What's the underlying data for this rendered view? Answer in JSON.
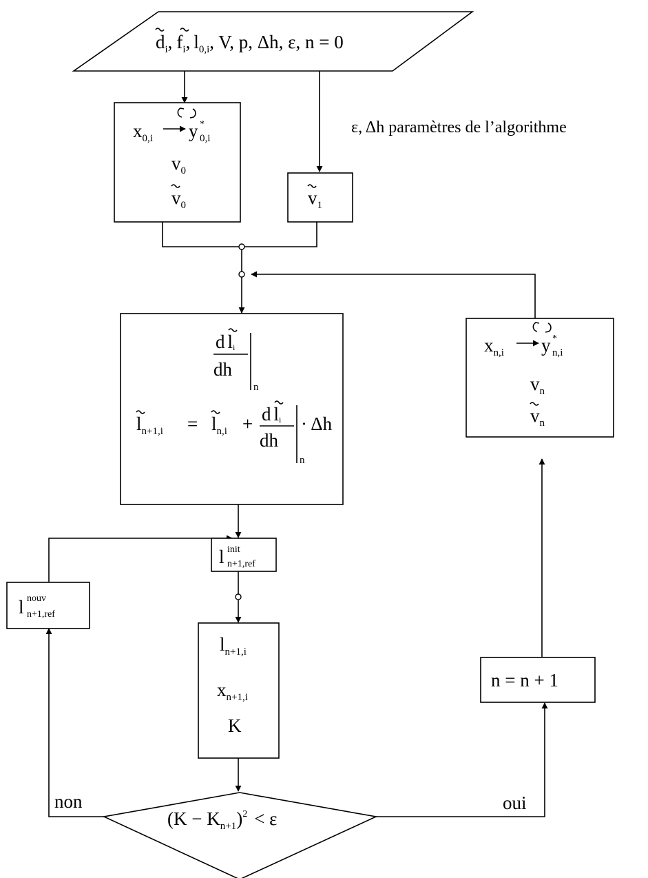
{
  "inputs": {
    "d": "d",
    "d_sub": "i",
    "f": "f",
    "f_sub": "i",
    "l": "l",
    "l_sub": "0,i",
    "rest": ", V, p, Δh, ε, n = 0",
    "sep": ","
  },
  "note": "ε, Δh   paramètres de l’algorithme",
  "box_init": {
    "x": "x",
    "x_sub": "0,i",
    "y": "y",
    "y_sup": "*",
    "y_sub": "0,i",
    "v": "v",
    "v_sub": "0",
    "vt": "v",
    "vt_sub": "0"
  },
  "box_v1": {
    "v": "v",
    "v_sub": "1"
  },
  "box_deriv": {
    "num_d": "d",
    "num_l": "l",
    "num_sub": "i",
    "den": "dh",
    "eval_sub": "n",
    "lhs": "l",
    "lhs_sub": "n+1,i",
    "eq": "=",
    "rhs_l": "l",
    "rhs_sub": "n,i",
    "plus": "+",
    "num2_d": "d",
    "num2_l": "l",
    "num2_sub": "i",
    "den2": "dh",
    "eval2_sub": "n",
    "times": "· Δh"
  },
  "box_update": {
    "x": "x",
    "x_sub": "n,i",
    "y": "y",
    "y_sup": "*",
    "y_sub": "n,i",
    "v": "v",
    "v_sub": "n",
    "vt": "v",
    "vt_sub": "n"
  },
  "box_init_ref": {
    "l": "l",
    "sup": "init",
    "sub": "n+1,ref"
  },
  "box_calc": {
    "l": "l",
    "l_sub": "n+1,i",
    "x": "x",
    "x_sub": "n+1,i",
    "k": "K"
  },
  "box_nouv_ref": {
    "l": "l",
    "sup": "nouv",
    "sub": "n+1,ref"
  },
  "box_increment": {
    "label": "n = n + 1"
  },
  "decision": {
    "open": "(K − K",
    "sub": "n+1",
    "close": ")",
    "exp": "2",
    "tail": "< ε"
  },
  "branch_no": "non",
  "branch_yes": "oui",
  "icons": [
    "cycle-icon",
    "arrow-right-icon",
    "tilde-accent-icon",
    "arrowhead-icon",
    "junction-node-icon"
  ]
}
